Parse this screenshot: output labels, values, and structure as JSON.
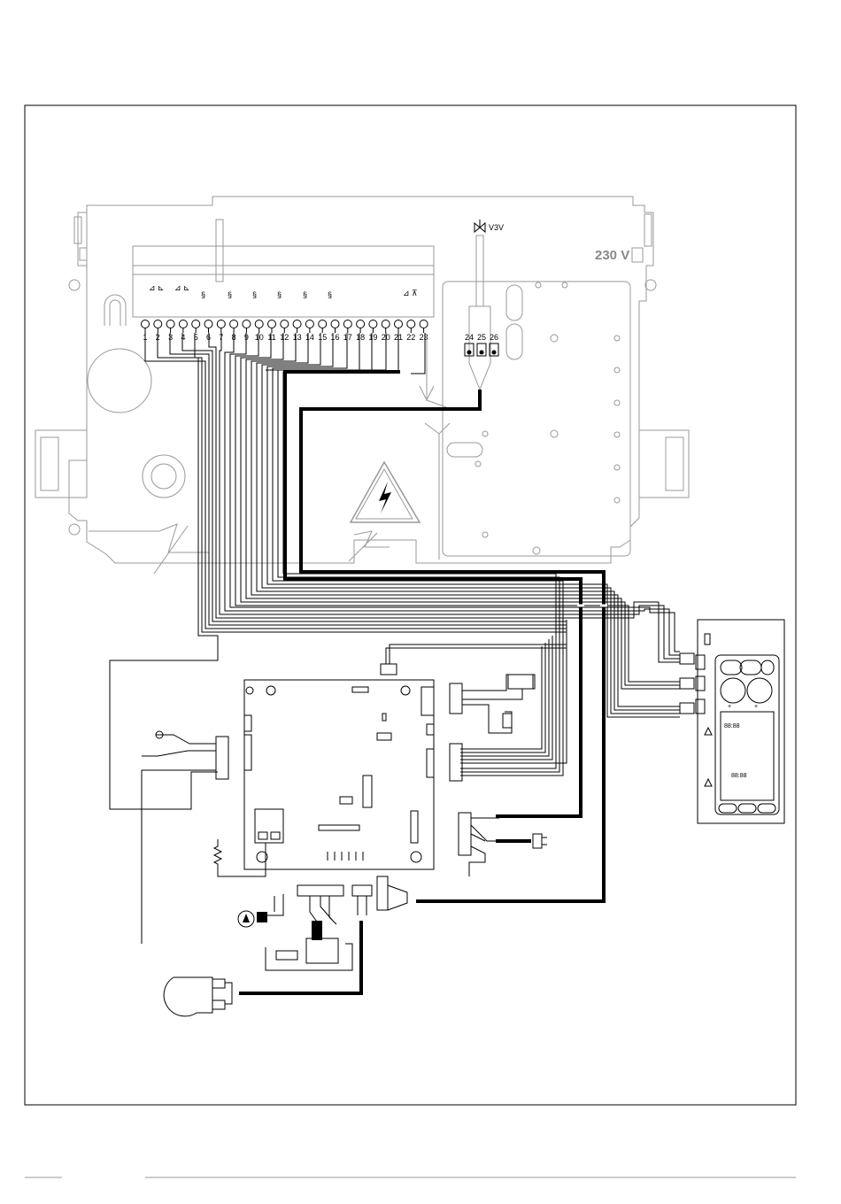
{
  "labels": {
    "valve": "V3V",
    "voltage": "230 V",
    "display_text": "88:88"
  },
  "terminals": [
    "1",
    "2",
    "3",
    "4",
    "5",
    "6",
    "7",
    "8",
    "9",
    "10",
    "11",
    "12",
    "13",
    "14",
    "15",
    "16",
    "17",
    "18",
    "19",
    "20",
    "21",
    "22",
    "23"
  ],
  "terminals_right": [
    "24",
    "25",
    "26"
  ],
  "colors": {
    "line": "#000000",
    "outline": "#999999",
    "background": "#ffffff"
  }
}
